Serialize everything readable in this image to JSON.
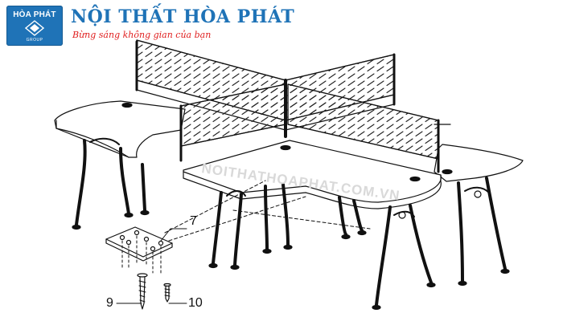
{
  "brand": {
    "logo_name": "HÒA PHÁT",
    "logo_sub": "GROUP",
    "title": "NỘI THẤT HÒA PHÁT",
    "slogan": "Bừng sáng không gian của bạn",
    "watermark": "NOITHATHOAPHAT.COM.VN",
    "primary_color": "#1f73b7",
    "slogan_color": "#e02020"
  },
  "callouts": {
    "part_7": "7",
    "part_9": "9",
    "part_10": "10"
  }
}
